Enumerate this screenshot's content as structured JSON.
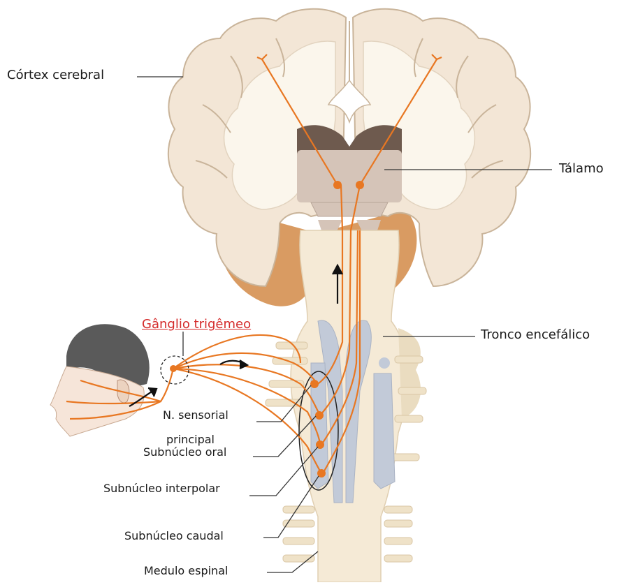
{
  "labels": {
    "cortex": "Córtex cerebral",
    "talamo": "Tálamo",
    "tronco": "Tronco encefálico",
    "ganglio": "Gânglio trigêmeo",
    "sensorial_line1": "N. sensorial",
    "sensorial_line2": "principal",
    "oral": "Subnúcleo oral",
    "interpolar": "Subnúcleo interpolar",
    "caudal": "Subnúcleo caudal",
    "medula": "Medulo espinal"
  },
  "colors": {
    "pathway": "#e87722",
    "cortex_fill": "#f3e6d6",
    "cortex_stroke": "#c9b49a",
    "white_matter": "#fbf6ec",
    "thalamus": "#d5c4b8",
    "thalamus_dark": "#6e5a4e",
    "brainstem": "#f5ead6",
    "brainstem_nuclei": "#c2cad8",
    "temporal": "#d99b62",
    "ganglion_label": "#d42a2a"
  }
}
